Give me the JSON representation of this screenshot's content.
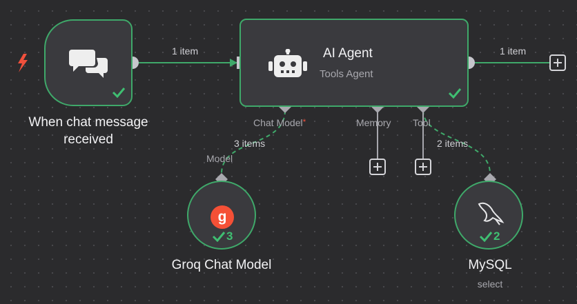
{
  "colors": {
    "accent": "#3fa96a",
    "node_bg": "#3a3a3e",
    "canvas_bg": "#2b2b2d",
    "trigger": "#f0503c",
    "groq": "#f55036"
  },
  "trigger_node": {
    "label": "When chat message received",
    "icon": "chat-bubbles-icon",
    "status": "success"
  },
  "agent_node": {
    "title": "AI Agent",
    "subtitle": "Tools Agent",
    "icon": "robot-icon",
    "status": "success"
  },
  "edges": {
    "trigger_to_agent": "1 item",
    "agent_output": "1 item",
    "model_items": "3 items",
    "tool_items": "2 items"
  },
  "connectors": {
    "chat_model": "Chat Model",
    "required_marker": "*",
    "memory": "Memory",
    "tool": "Tool",
    "model": "Model"
  },
  "groq_node": {
    "label": "Groq Chat Model",
    "logo_letter": "g",
    "count": "3"
  },
  "mysql_node": {
    "label": "MySQL",
    "sublabel": "select",
    "count": "2",
    "icon": "mysql-dolphin-icon"
  }
}
